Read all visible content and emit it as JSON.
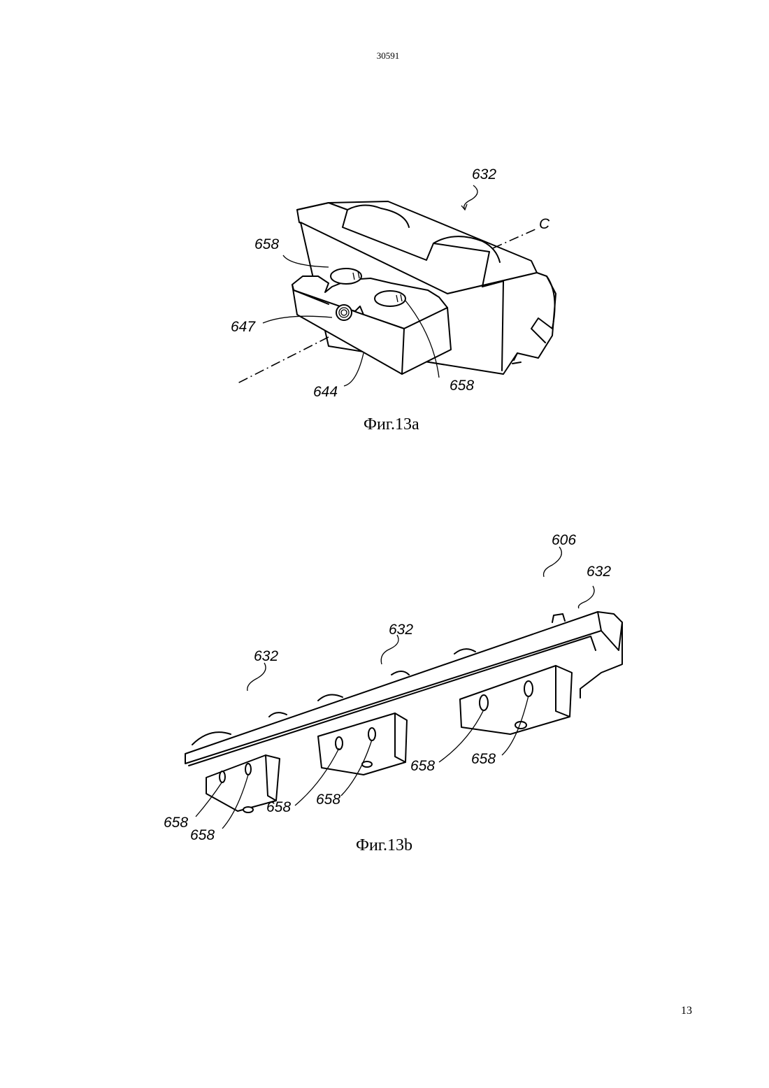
{
  "header": {
    "doc_number": "30591"
  },
  "footer": {
    "page_number": "13"
  },
  "figures": [
    {
      "caption": "Фиг.13a",
      "labels": {
        "part_632": "632",
        "axis_c": "C",
        "hole_left": "658",
        "hole_right": "658",
        "threaded_hole": "647",
        "block": "644"
      }
    },
    {
      "caption": "Фиг.13b",
      "labels": {
        "assembly": "606",
        "part_right": "632",
        "part_middle": "632",
        "part_left": "632",
        "holes_left_a": "658",
        "holes_left_b": "658",
        "holes_mid_a": "658",
        "holes_mid_b": "658",
        "holes_right_a": "658",
        "holes_right_b": "658"
      }
    }
  ]
}
